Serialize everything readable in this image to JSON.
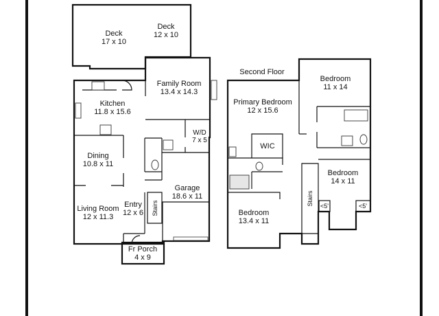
{
  "floor_titles": {
    "second_floor": "Second Floor"
  },
  "rooms": {
    "deck_left": {
      "name": "Deck",
      "dims": "17 x 10"
    },
    "deck_right": {
      "name": "Deck",
      "dims": "12 x 10"
    },
    "family_room": {
      "name": "Family Room",
      "dims": "13.4 x 14.3"
    },
    "kitchen": {
      "name": "Kitchen",
      "dims": "11.8 x 15.6"
    },
    "wd": {
      "name": "W/D",
      "dims": "7 x 5"
    },
    "dining": {
      "name": "Dining",
      "dims": "10.8 x 11"
    },
    "garage": {
      "name": "Garage",
      "dims": "18.6 x 11"
    },
    "entry": {
      "name": "Entry",
      "dims": "12 x 6"
    },
    "living_room": {
      "name": "Living Room",
      "dims": "12 x 11.3"
    },
    "fr_porch": {
      "name": "Fr Porch",
      "dims": "4 x 9"
    },
    "primary_bedroom": {
      "name": "Primary Bedroom",
      "dims": "12 x 15.6"
    },
    "wic": {
      "name": "WIC"
    },
    "bedroom_top": {
      "name": "Bedroom",
      "dims": "11 x 14"
    },
    "bedroom_right": {
      "name": "Bedroom",
      "dims": "14 x 11"
    },
    "bedroom_bottom": {
      "name": "Bedroom",
      "dims": "13.4 x 11"
    }
  },
  "stairs_first": "Stairs",
  "stairs_second": "Stairs",
  "low_ceiling_left": "<5'",
  "low_ceiling_right": "<5'"
}
